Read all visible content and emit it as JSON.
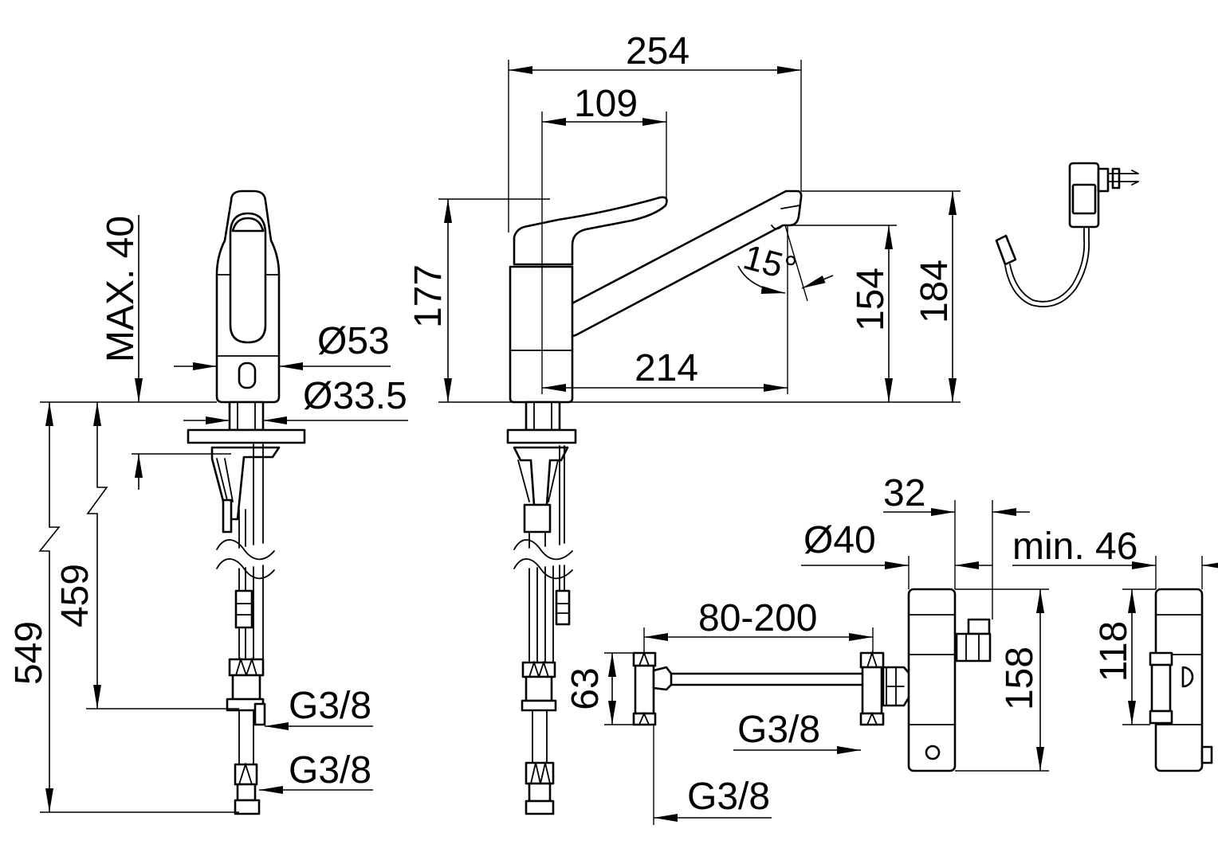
{
  "colors": {
    "ink": "#000000",
    "background": "#ffffff"
  },
  "front_view": {
    "mount_thickness": "MAX. 40",
    "body_diameter": "Ø53",
    "shank_diameter": "Ø33.5",
    "hose_length_long": "549",
    "hose_length_short": "459",
    "thread_upper": "G3/8",
    "thread_lower": "G3/8"
  },
  "side_view": {
    "overall_length": "254",
    "lever_length": "109",
    "body_height": "177",
    "outlet_angle": "15°",
    "outlet_height": "154",
    "total_height": "184",
    "spout_reach": "214"
  },
  "mixing_valve": {
    "spacing": "80-200",
    "height": "63",
    "thread_right": "G3/8",
    "thread_left": "G3/8"
  },
  "control_box": {
    "offset": "32",
    "diameter": "Ø40",
    "clearance": "min. 46",
    "height": "158",
    "inner_height": "118"
  }
}
